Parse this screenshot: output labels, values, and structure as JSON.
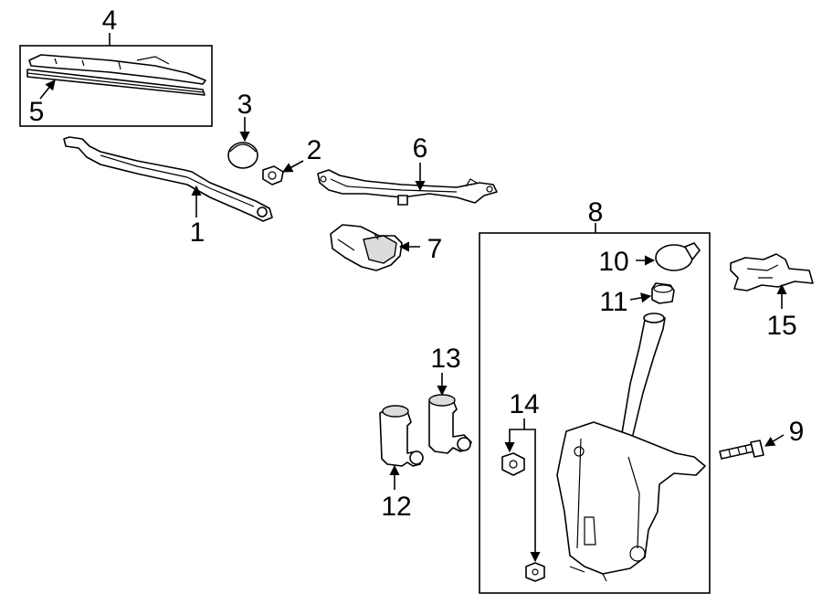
{
  "diagram": {
    "colors": {
      "line": "#000000",
      "background": "#ffffff",
      "shade": "#dcdcdc"
    },
    "callouts": [
      {
        "id": "c1",
        "label": "1"
      },
      {
        "id": "c2",
        "label": "2"
      },
      {
        "id": "c3",
        "label": "3"
      },
      {
        "id": "c4",
        "label": "4"
      },
      {
        "id": "c5",
        "label": "5"
      },
      {
        "id": "c6",
        "label": "6"
      },
      {
        "id": "c7",
        "label": "7"
      },
      {
        "id": "c8",
        "label": "8"
      },
      {
        "id": "c9",
        "label": "9"
      },
      {
        "id": "c10",
        "label": "10"
      },
      {
        "id": "c11",
        "label": "11"
      },
      {
        "id": "c12",
        "label": "12"
      },
      {
        "id": "c13",
        "label": "13"
      },
      {
        "id": "c14",
        "label": "14"
      },
      {
        "id": "c15",
        "label": "15"
      }
    ]
  }
}
